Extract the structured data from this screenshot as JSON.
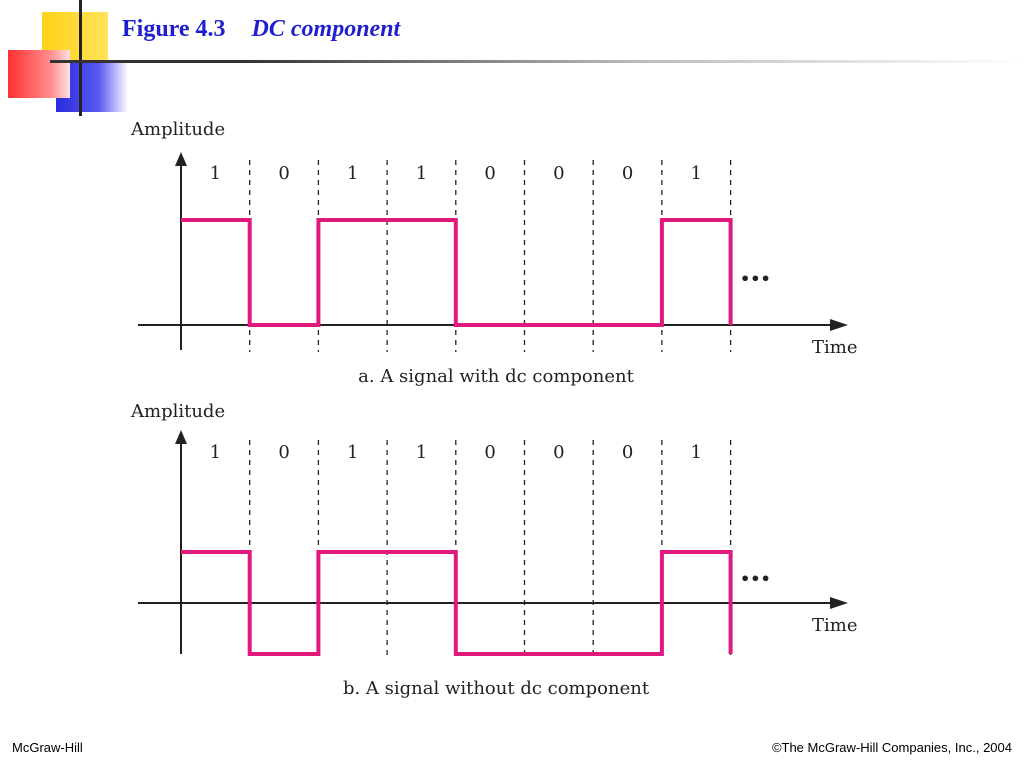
{
  "header": {
    "figure": "Figure 4.3",
    "caption": "DC component"
  },
  "diagram": {
    "bits": [
      "1",
      "0",
      "1",
      "1",
      "0",
      "0",
      "0",
      "1"
    ],
    "signal_color": "#e0197d",
    "panels": [
      {
        "ylabel": "Amplitude",
        "xlabel": "Time",
        "continuation": "•••",
        "caption": "a. A signal with dc component",
        "levels": {
          "one": 1,
          "zero": 0
        }
      },
      {
        "ylabel": "Amplitude",
        "xlabel": "Time",
        "continuation": "•••",
        "caption": "b. A signal without dc component",
        "levels": {
          "one": 1,
          "zero": -1
        }
      }
    ]
  },
  "footer": {
    "left": "McGraw-Hill",
    "right": "©The McGraw-Hill Companies, Inc., 2004"
  }
}
